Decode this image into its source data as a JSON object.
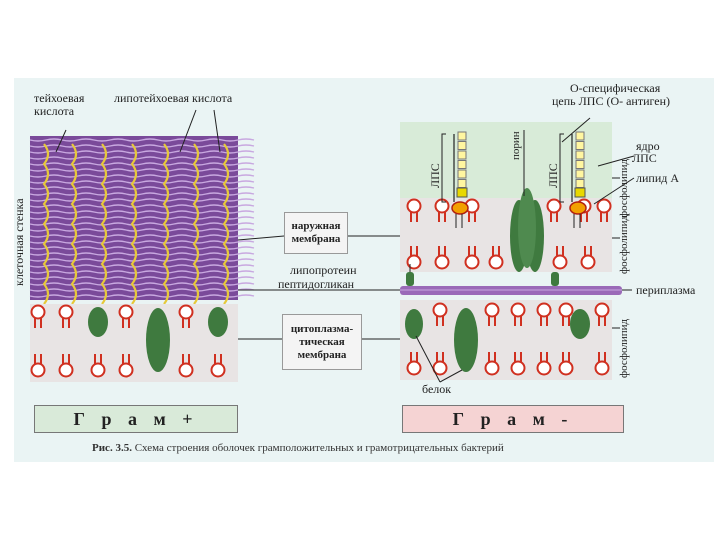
{
  "labels": {
    "teichoic_acid_line1": "тейхоевая",
    "teichoic_acid_line2": "кислота",
    "lipoteichoic_acid": "липотейхоевая  кислота",
    "cell_wall": "клеточная стенка",
    "outer_membrane_line1": "наружная",
    "outer_membrane_line2": "мембрана",
    "lipoprotein": "липопротеин",
    "peptidoglycan": "пептидогликан",
    "periplasm": "периплазма",
    "cytoplasmic_membrane_line1": "цитоплазма-",
    "cytoplasmic_membrane_line2": "тическая",
    "cytoplasmic_membrane_line3": "мембрана",
    "protein": "белок",
    "o_specific_line1": "О-специфическая",
    "o_specific_line2": "цепь ЛПС (О- антиген)",
    "porin": "порин",
    "lps_left": "ЛПС",
    "lps_right": "ЛПС",
    "lps_core_line1": "ядро",
    "lps_core_line2": "ЛПС",
    "lipid_a": "липид А",
    "phospholipid_top": "фосфолипид",
    "phospholipid_mid": "фосфолипид",
    "phospholipid_bottom": "фосфолипид"
  },
  "gram_positive": "Г р а м +",
  "gram_negative": "Г р а м -",
  "caption": {
    "label": "Рис. 3.5.",
    "text": " Схема строения оболочек грамположительных и грамотрицательных бактерий"
  },
  "colors": {
    "background": "#eaf4f4",
    "wall_purple": "#8a5aa8",
    "teichoic_yellow": "#e6c93a",
    "phospholipid_red": "#d03020",
    "protein_green": "#3f7a3f",
    "gram_positive_fill": "#d9ead9",
    "gram_negative_fill": "#f5d3d3"
  }
}
